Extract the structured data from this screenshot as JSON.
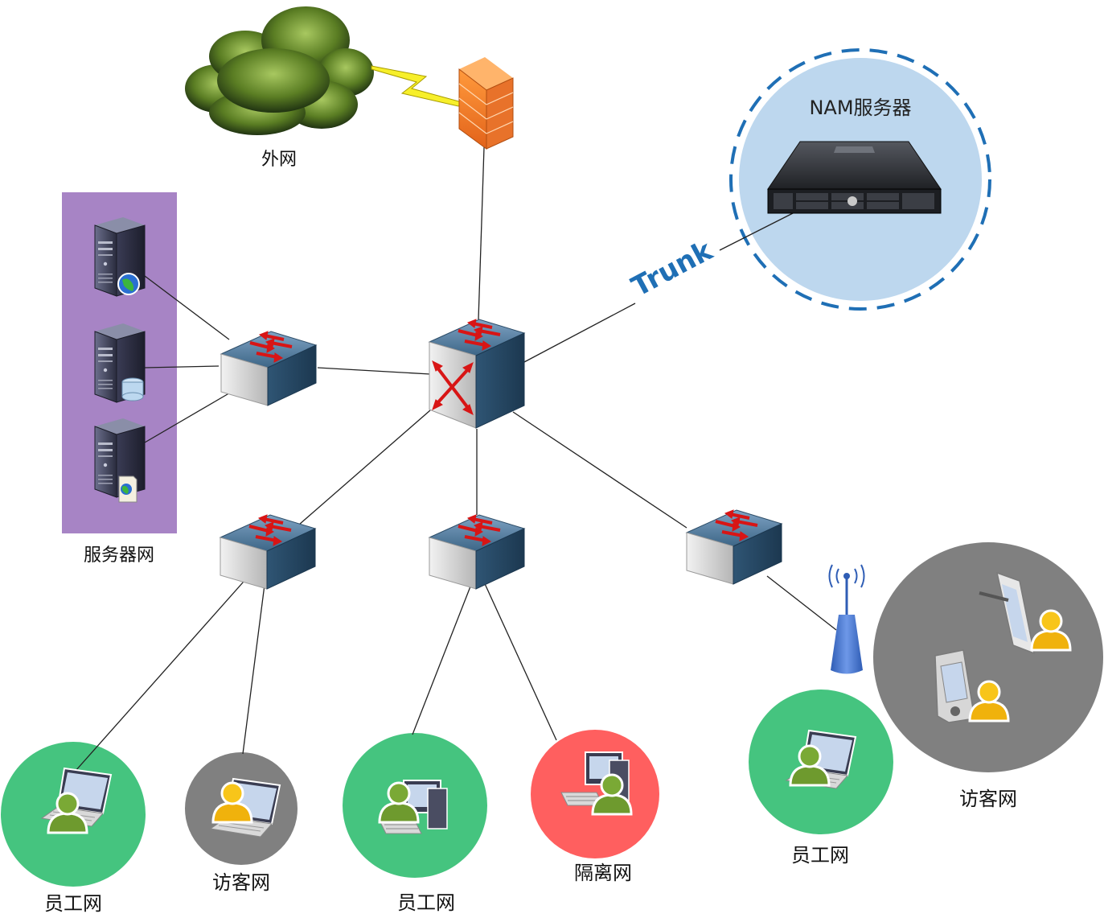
{
  "labels": {
    "external": "外网",
    "server_net": "服务器网",
    "nam_server": "NAM服务器",
    "trunk": "Trunk",
    "employee_net_1": "员工网",
    "guest_net_1": "访客网",
    "employee_net_2": "员工网",
    "isolation_net": "隔离网",
    "employee_net_3": "员工网",
    "guest_net_2": "访客网"
  },
  "colors": {
    "server_zone": "#a784c5",
    "nam_zone": "#bdd7ee",
    "nam_border": "#1f6fb5",
    "employee": "#45c47f",
    "guest": "#808080",
    "isolation": "#ff5f5f",
    "trunk_text": "#1f6fb5",
    "link": "#222222"
  }
}
